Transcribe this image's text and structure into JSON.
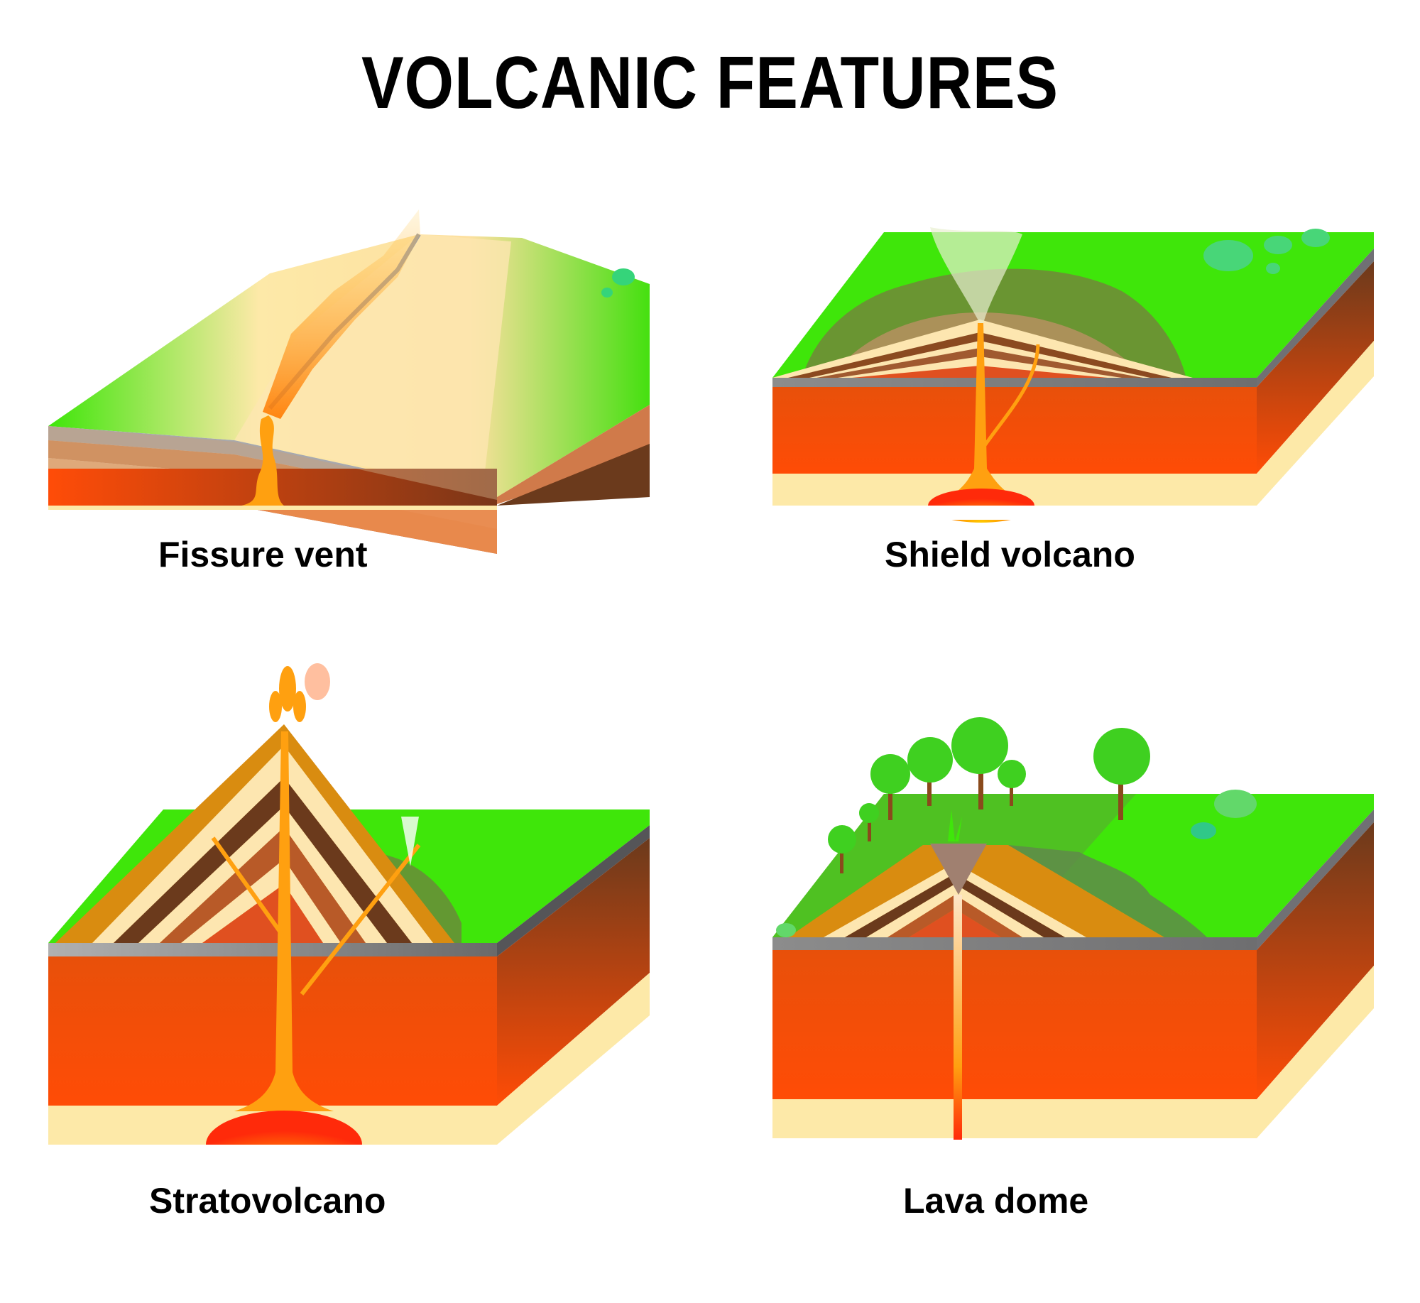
{
  "title": "VOLCANIC FEATURES",
  "panels": [
    {
      "id": "fissure-vent",
      "label": "Fissure vent"
    },
    {
      "id": "shield-volcano",
      "label": "Shield volcano"
    },
    {
      "id": "stratovolcano",
      "label": "Stratovolcano"
    },
    {
      "id": "lava-dome",
      "label": "Lava dome"
    }
  ],
  "colors": {
    "grass": "#3fe60a",
    "grass_dark": "#5aa832",
    "crust_gray": "#8a8a8a",
    "mantle_orange": "#fd4c06",
    "mantle_brown": "#6b3a1c",
    "base_cream": "#fde9a8",
    "lava": "#ffa010",
    "magma_red": "#ff2a0a"
  }
}
